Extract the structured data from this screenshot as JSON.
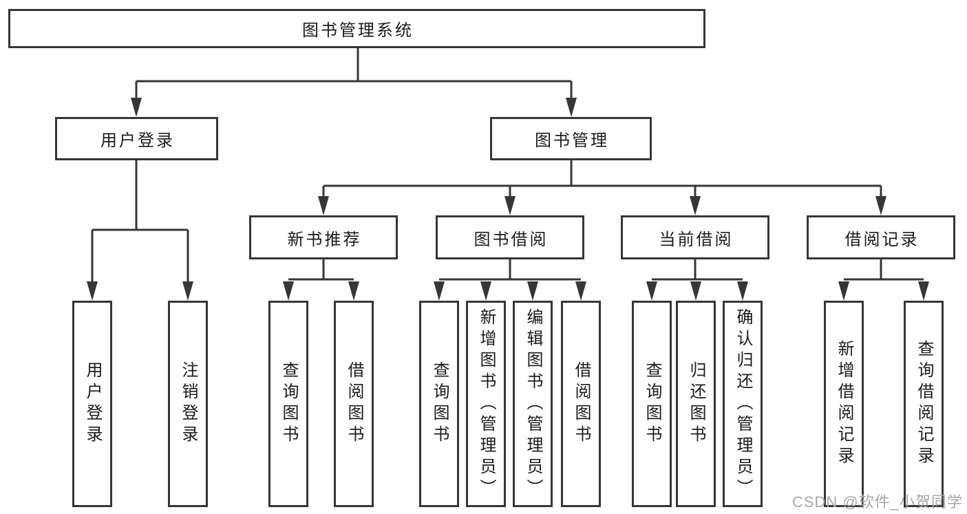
{
  "tree": {
    "root": {
      "label": "图书管理系统"
    },
    "branches": [
      {
        "label": "用户登录",
        "children": [
          {
            "label": "用户登录"
          },
          {
            "label": "注销登录"
          }
        ]
      },
      {
        "label": "图书管理",
        "children": [
          {
            "label": "新书推荐",
            "children": [
              {
                "label": "查询图书"
              },
              {
                "label": "借阅图书"
              }
            ]
          },
          {
            "label": "图书借阅",
            "children": [
              {
                "label": "查询图书"
              },
              {
                "label": "新增图书（管理员）"
              },
              {
                "label": "编辑图书（管理员）"
              },
              {
                "label": "借阅图书"
              }
            ]
          },
          {
            "label": "当前借阅",
            "children": [
              {
                "label": "查询图书"
              },
              {
                "label": "归还图书"
              },
              {
                "label": "确认归还（管理员）"
              }
            ]
          },
          {
            "label": "借阅记录",
            "children": [
              {
                "label": "新增借阅记录"
              },
              {
                "label": "查询借阅记录"
              }
            ]
          }
        ]
      }
    ]
  },
  "watermark": {
    "text": "CSDN @软件_小贺同学"
  },
  "colors": {
    "line": "#363636",
    "border": "#363636",
    "text": "#1b1b1b",
    "watermark": "#a6a6ac",
    "background": "#ffffff"
  }
}
